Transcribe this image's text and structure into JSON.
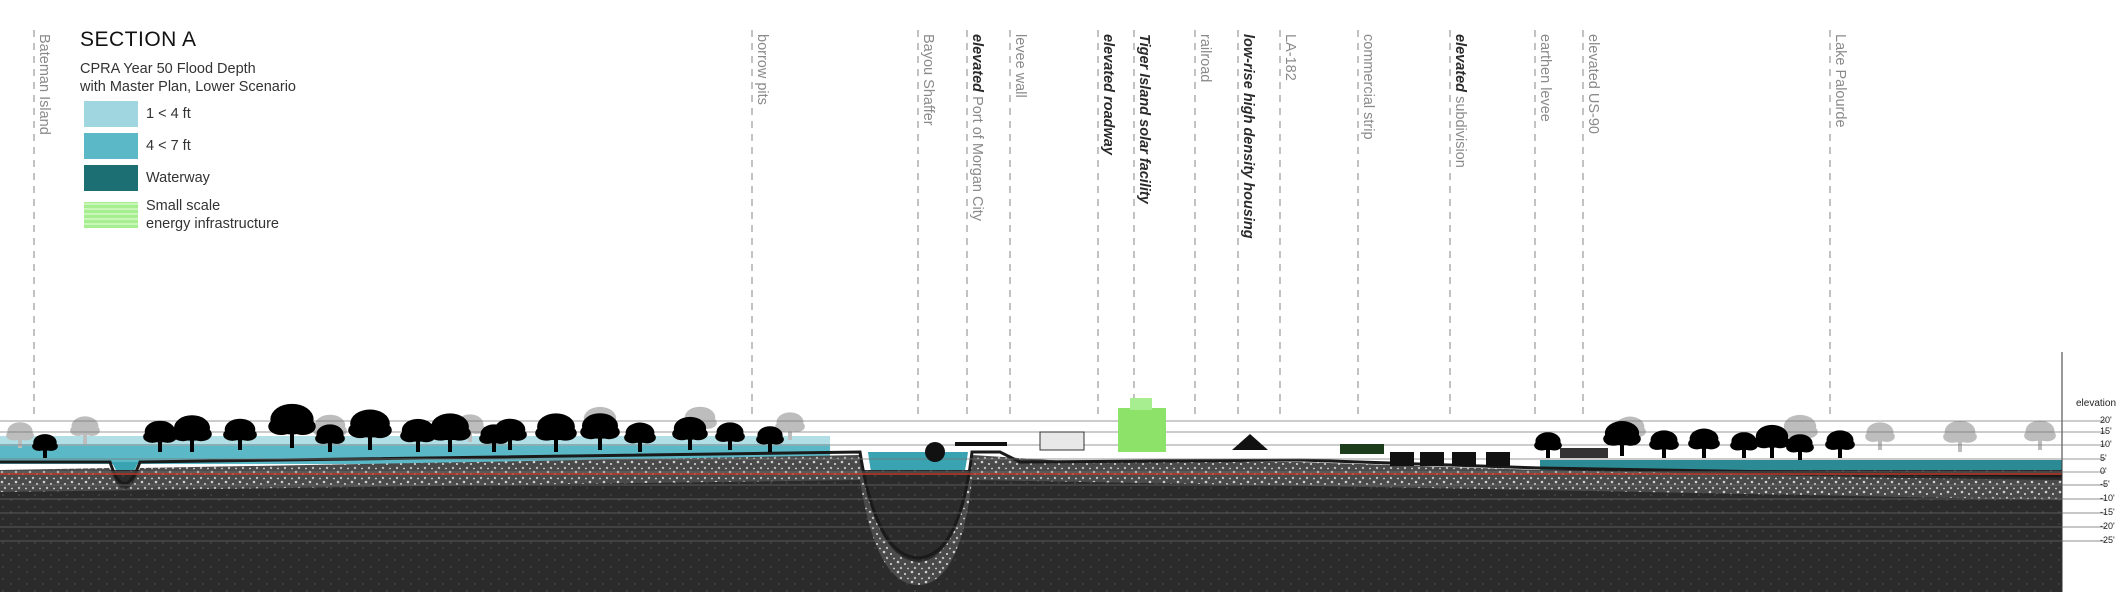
{
  "legend": {
    "title": "SECTION A",
    "subtitle_line1": "CPRA Year 50 Flood Depth",
    "subtitle_line2": "with Master Plan, Lower Scenario",
    "items": [
      {
        "label": "1 < 4 ft",
        "color": "#9fd6df"
      },
      {
        "label": "4 < 7 ft",
        "color": "#5bb8c6"
      },
      {
        "label": "Waterway",
        "color": "#1c6f73"
      },
      {
        "label_line1": "Small scale",
        "label_line2": "energy infrastructure",
        "color": "#a6ee8f"
      }
    ]
  },
  "locations": [
    {
      "text": "Bateman Island"
    },
    {
      "text": "borrow pits"
    },
    {
      "text": "Bayou Shaffer"
    },
    {
      "bold": "elevated",
      "text": " Port of Morgan City"
    },
    {
      "text": "levee wall"
    },
    {
      "bold": "elevated roadway",
      "text": ""
    },
    {
      "bold": "Tiger Island solar facility",
      "text": ""
    },
    {
      "text": "railroad"
    },
    {
      "bold": "low-rise high density housing",
      "text": ""
    },
    {
      "text": "LA-182"
    },
    {
      "text": "commercial strip"
    },
    {
      "bold": "elevated",
      "text": " subdivision"
    },
    {
      "text": "earthen levee"
    },
    {
      "text": "elevated US-90"
    },
    {
      "text": "Lake Palourde"
    }
  ],
  "elevation": {
    "title": "elevation",
    "ticks": [
      "20'",
      "15'",
      "10'",
      "5'",
      "0'",
      "-5'",
      "-10'",
      "-15'",
      "-20'",
      "-25'"
    ]
  },
  "colors": {
    "ground": "#2e2e2e",
    "gravel": "#8c8c8c",
    "red_line": "#c0392b",
    "vegetation": "#000000",
    "faded_vegetation": "#bdbdbd"
  }
}
